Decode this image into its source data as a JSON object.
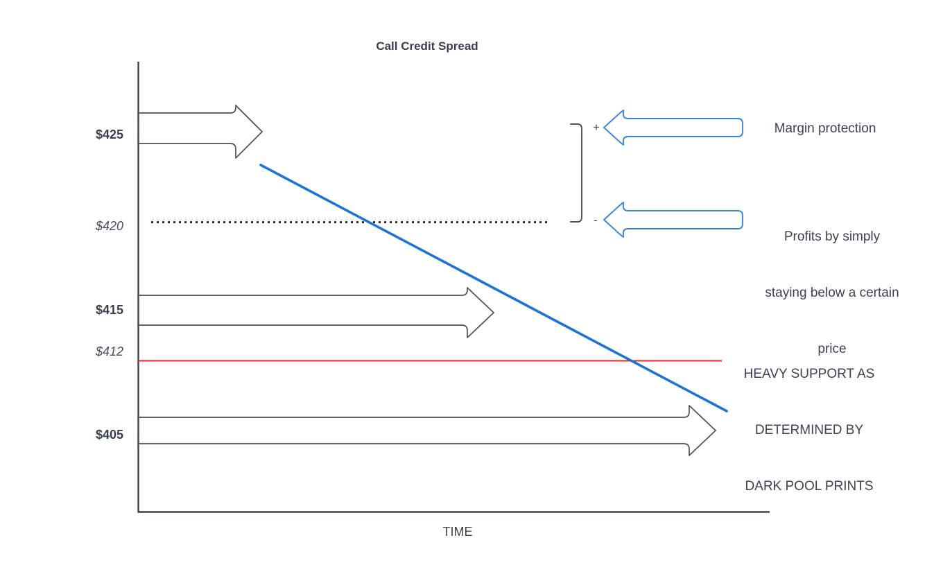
{
  "chart_data": {
    "type": "line",
    "title": "Call Credit Spread",
    "xlabel": "TIME",
    "ylabel": "",
    "grid": false,
    "legend": "none",
    "y_ticks": [
      {
        "label": "$425",
        "value": 425,
        "style": "bold"
      },
      {
        "label": "$420",
        "value": 420,
        "style": "italic"
      },
      {
        "label": "$415",
        "value": 415,
        "style": "italic-bold"
      },
      {
        "label": "$412",
        "value": 412,
        "style": "italic"
      },
      {
        "label": "$405",
        "value": 405,
        "style": "bold"
      }
    ],
    "ylim": [
      402,
      428
    ],
    "series": [
      {
        "name": "price-trend",
        "type": "line",
        "color": "#1b73d4",
        "points": [
          [
            0,
            423.2
          ],
          [
            1,
            406.5
          ]
        ]
      }
    ],
    "reference_lines": [
      {
        "name": "short-strike-dotted",
        "value": 420,
        "style": "dotted",
        "color": "#000000"
      },
      {
        "name": "heavy-support-red",
        "value": 412,
        "style": "solid",
        "color": "#e8201b"
      }
    ],
    "annotations": [
      {
        "name": "margin-protection",
        "text": "Margin protection",
        "sign": "+"
      },
      {
        "name": "profit-zone",
        "text": "Profits by simply staying below a certain price",
        "sign": "-"
      },
      {
        "name": "heavy-support",
        "text": "HEAVY SUPPORT AS DETERMINED BY DARK POOL PRINTS"
      }
    ]
  },
  "chart": {
    "title": "Call Credit Spread",
    "x_axis_label": "TIME"
  },
  "y_axis": {
    "tick_425": "$425",
    "tick_420": "$420",
    "tick_415": "$415",
    "tick_412": "$412",
    "tick_405": "$405"
  },
  "brace": {
    "plus_sign": "+",
    "minus_sign": "-"
  },
  "callouts": {
    "margin_protection": "Margin protection",
    "profits_line1": "Profits by simply",
    "profits_line2": "staying below a certain",
    "profits_line3": "price",
    "support_line1": "HEAVY SUPPORT AS",
    "support_line2": "DETERMINED BY",
    "support_line3": "DARK POOL PRINTS"
  },
  "colors": {
    "trend_line": "#1b73d4",
    "support_line": "#e8201b",
    "arrow_outline_gray": "#4a4f5c",
    "arrow_outline_blue": "#3484dd",
    "axis": "#3b4252",
    "text": "#3b4252"
  }
}
